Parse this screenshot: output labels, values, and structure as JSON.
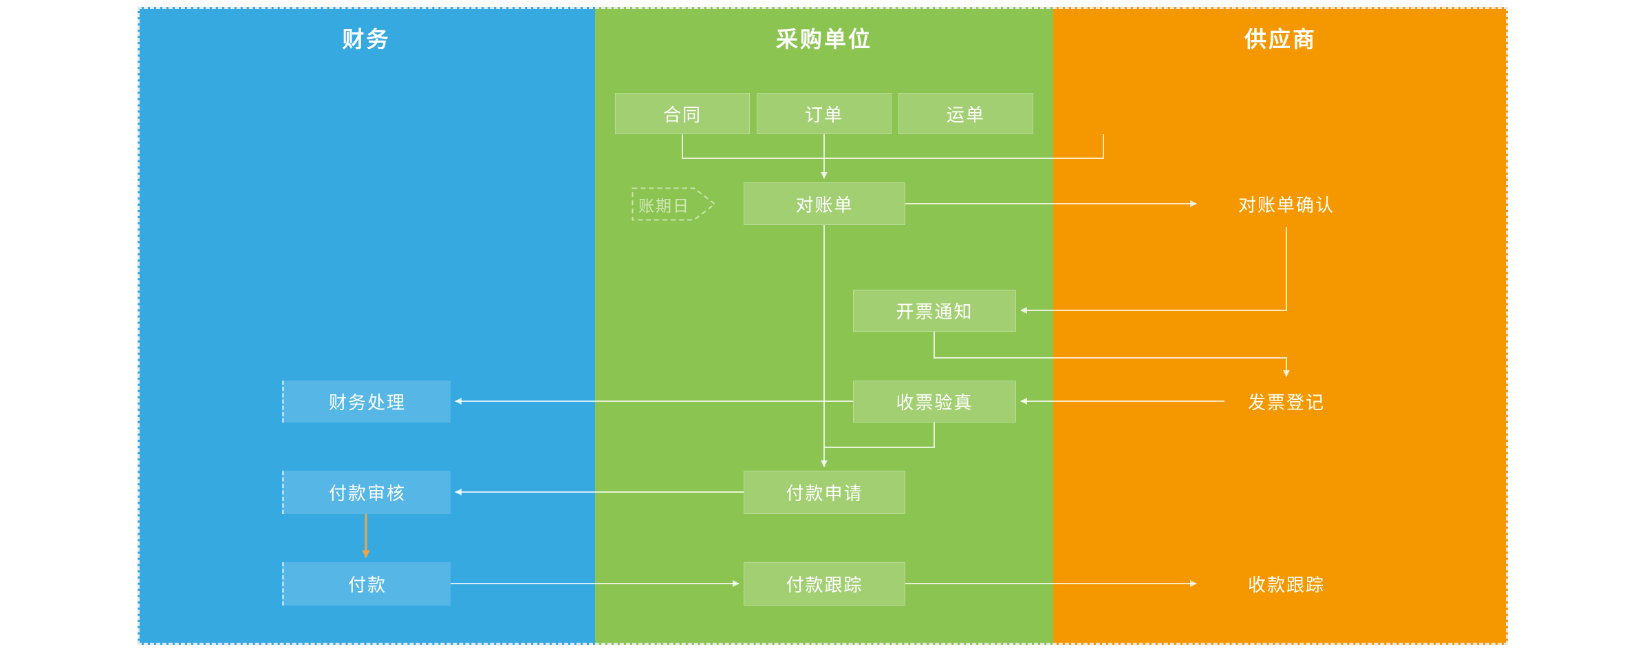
{
  "lanes": {
    "finance": {
      "label": "财务",
      "color": "#36A9E1"
    },
    "procurement": {
      "label": "采购单位",
      "color": "#8CC451"
    },
    "supplier": {
      "label": "供应商",
      "color": "#F59800"
    }
  },
  "nodes": {
    "contract": "合同",
    "order": "订单",
    "waybill": "运单",
    "billing_date": "账期日",
    "statement": "对账单",
    "statement_confirm": "对账单确认",
    "invoice_notice": "开票通知",
    "invoice_register": "发票登记",
    "invoice_verify": "收票验真",
    "finance_process": "财务处理",
    "payment_request": "付款申请",
    "payment_review": "付款审核",
    "payment": "付款",
    "payment_tracking": "付款跟踪",
    "receipt_tracking": "收款跟踪"
  },
  "colors": {
    "connector": "rgba(255,255,255,0.78)",
    "highlight": "#F2A444"
  }
}
